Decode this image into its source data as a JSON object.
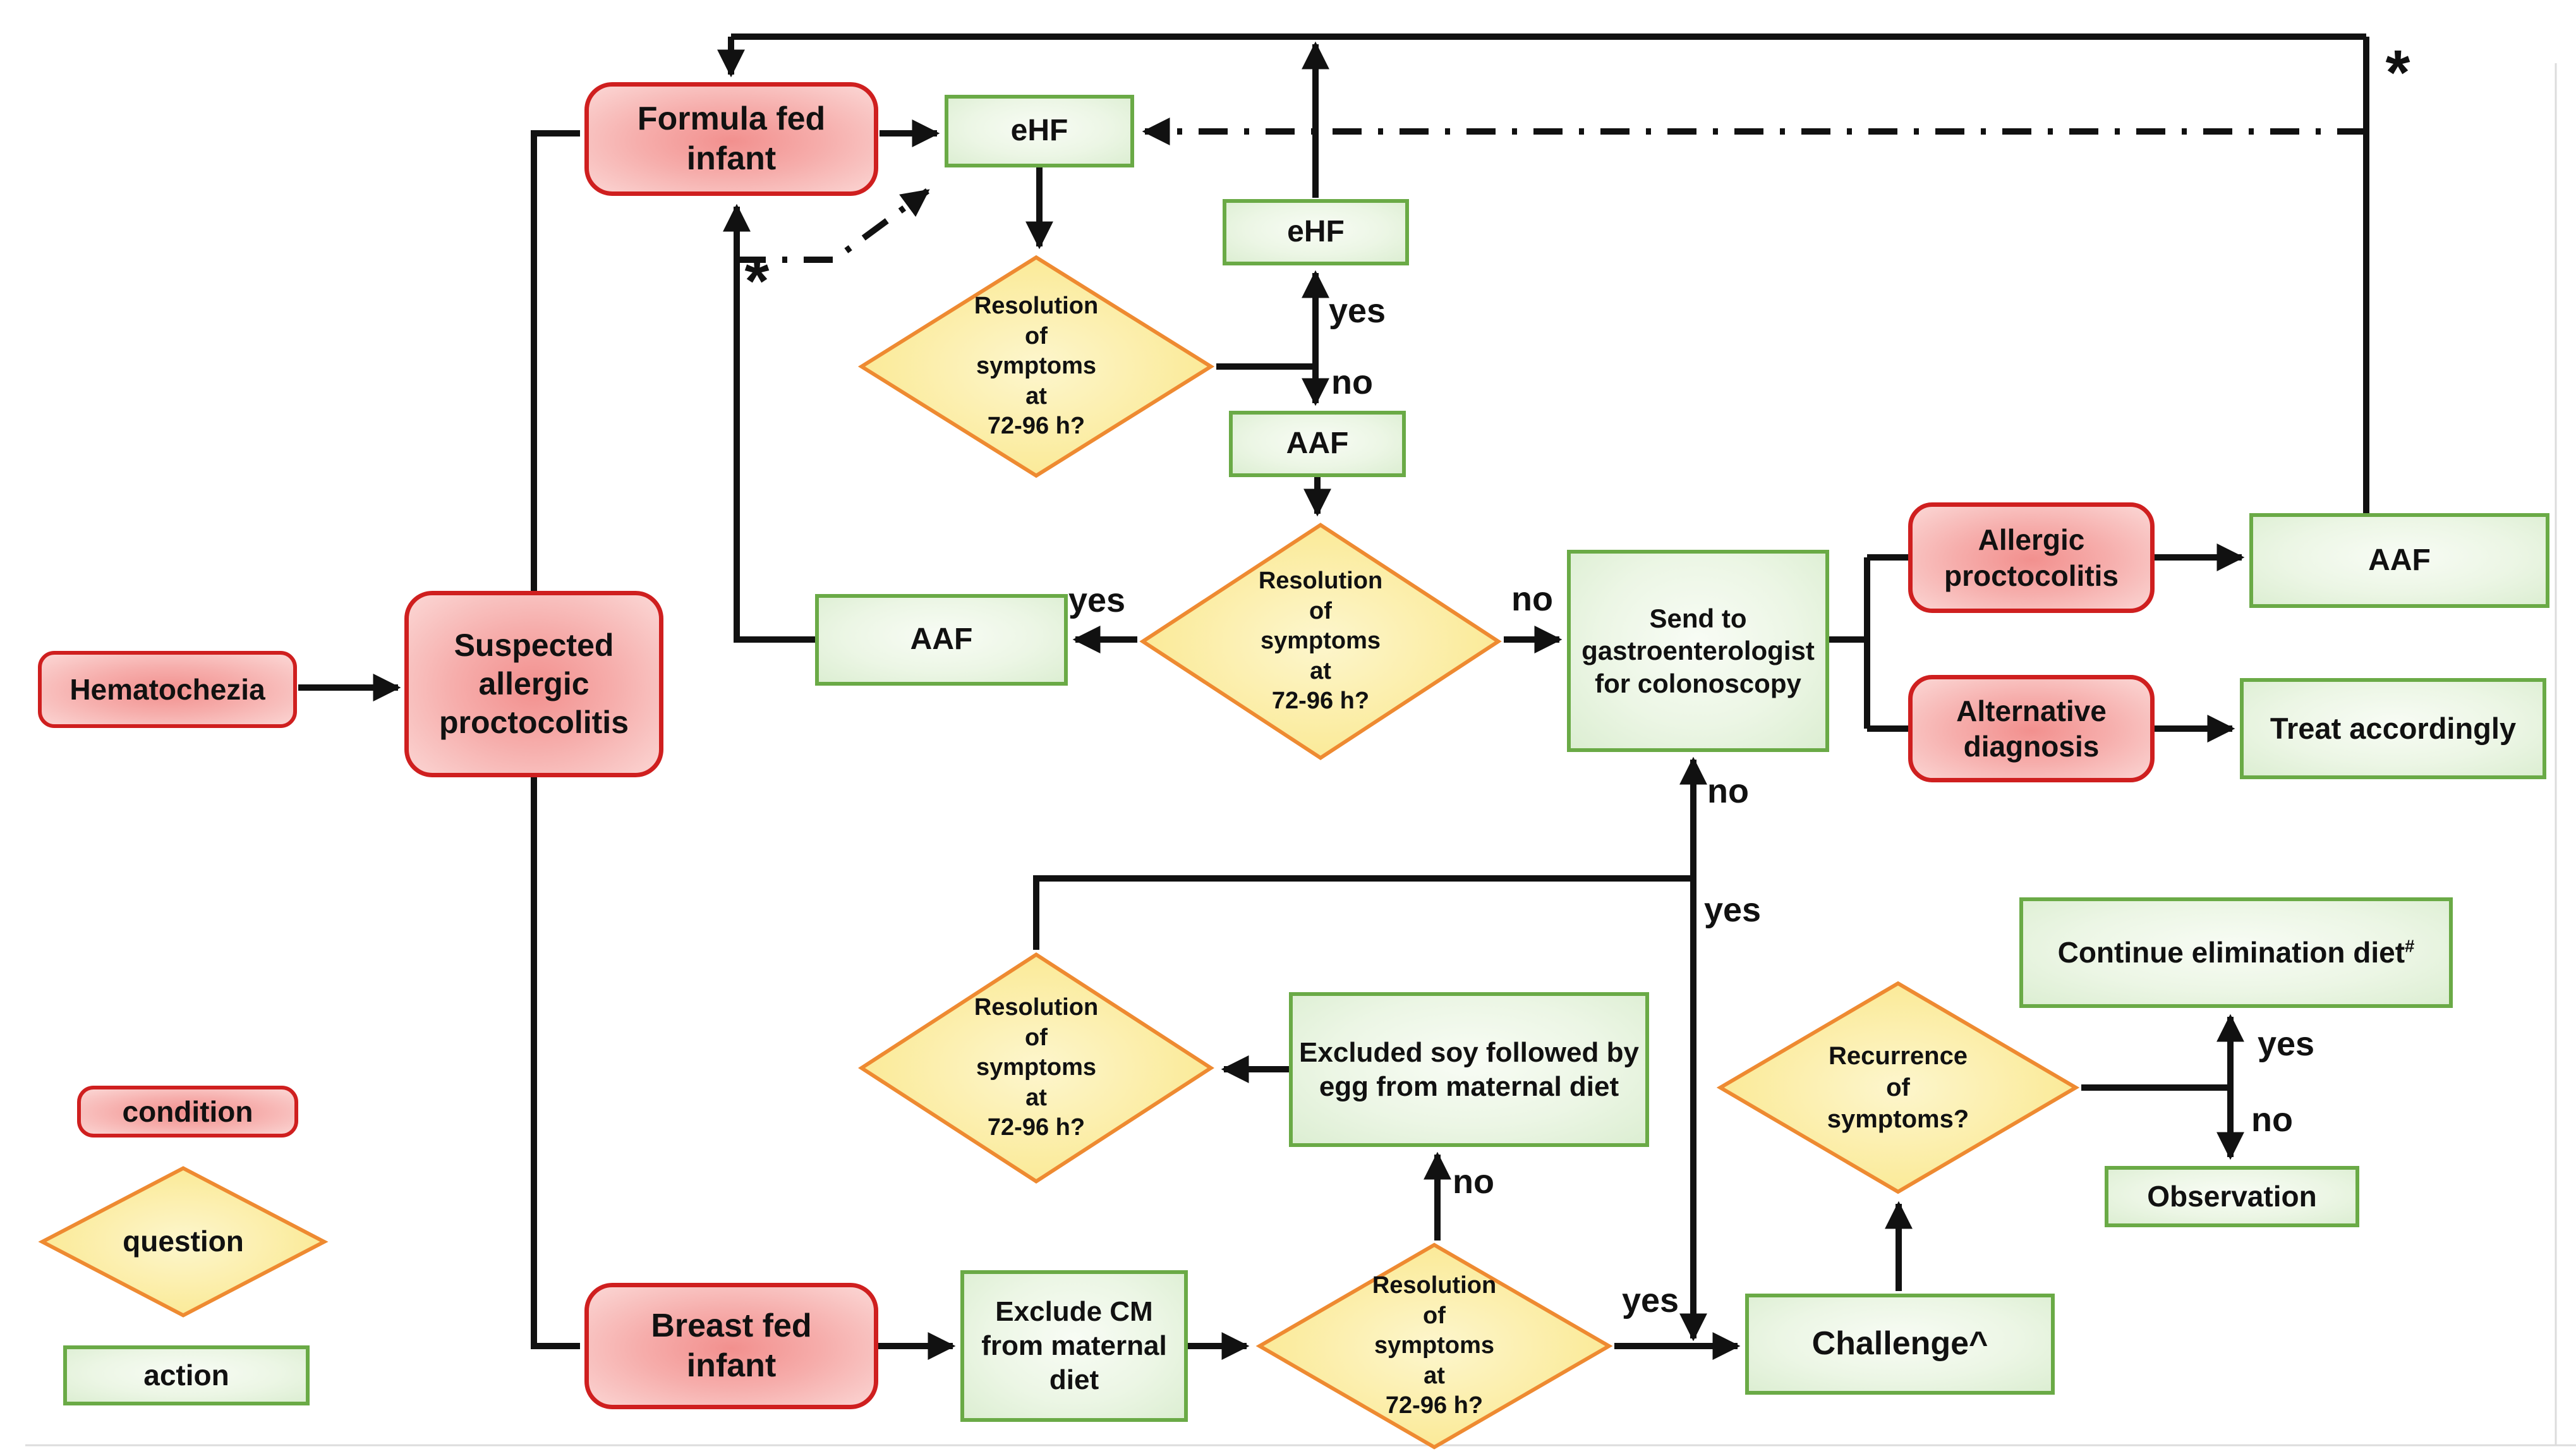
{
  "legend": {
    "condition": "condition",
    "question": "question",
    "action": "action"
  },
  "nodes": {
    "hematochezia": {
      "label": "Hematochezia",
      "type": "condition"
    },
    "suspected": {
      "label": "Suspected\nallergic\nproctocolitis",
      "type": "condition"
    },
    "formula_fed": {
      "label": "Formula fed\ninfant",
      "type": "condition"
    },
    "breast_fed": {
      "label": "Breast fed\ninfant",
      "type": "condition"
    },
    "ehf_top": {
      "label": "eHF",
      "type": "action"
    },
    "ehf_mid": {
      "label": "eHF",
      "type": "action"
    },
    "aaf_mid": {
      "label": "AAF",
      "type": "action"
    },
    "aaf_left": {
      "label": "AAF",
      "type": "action"
    },
    "aaf_right": {
      "label": "AAF",
      "type": "action"
    },
    "send_gastro": {
      "label": "Send to\ngastroenterologist\nfor colonoscopy",
      "type": "action"
    },
    "allergic_procto": {
      "label": "Allergic\nproctocolitis",
      "type": "condition"
    },
    "alt_diagnosis": {
      "label": "Alternative\ndiagnosis",
      "type": "condition"
    },
    "treat": {
      "label": "Treat accordingly",
      "type": "action"
    },
    "excluded_soy": {
      "label": "Excluded soy followed by\negg from maternal diet",
      "type": "action"
    },
    "exclude_cm": {
      "label": "Exclude CM\nfrom maternal\ndiet",
      "type": "action"
    },
    "challenge": {
      "label": "Challenge^",
      "type": "action"
    },
    "continue_diet": {
      "label": "Continue elimination diet",
      "sup": "#",
      "type": "action"
    },
    "observation": {
      "label": "Observation",
      "type": "action"
    },
    "q_resolution_1": {
      "label": "Resolution\nof\nsymptoms\nat\n72-96 h?",
      "type": "question"
    },
    "q_resolution_2": {
      "label": "Resolution\nof\nsymptoms\nat\n72-96 h?",
      "type": "question"
    },
    "q_resolution_3": {
      "label": "Resolution\nof\nsymptoms\nat\n72-96 h?",
      "type": "question"
    },
    "q_resolution_4": {
      "label": "Resolution\nof\nsymptoms\nat\n72-96 h?",
      "type": "question"
    },
    "q_recurrence": {
      "label": "Recurrence\nof\nsymptoms?",
      "type": "question"
    }
  },
  "edge_labels": {
    "ehf_yes": "yes",
    "ehf_no": "no",
    "aaf_yes": "yes",
    "gastro_no": "no",
    "colono_no": "no",
    "colono_yes": "yes",
    "soy_no": "no",
    "challenge_yes": "yes",
    "recur_yes": "yes",
    "recur_no": "no"
  },
  "annotations": {
    "star_left": "*",
    "star_right": "*"
  },
  "colors": {
    "condition_border": "#cf1f1f",
    "condition_fill": "#f5a09e",
    "question_border": "#ee8a31",
    "question_fill": "#fbe88e",
    "action_border": "#6aaa46",
    "action_fill": "#e7f3df",
    "connector": "#111111"
  }
}
